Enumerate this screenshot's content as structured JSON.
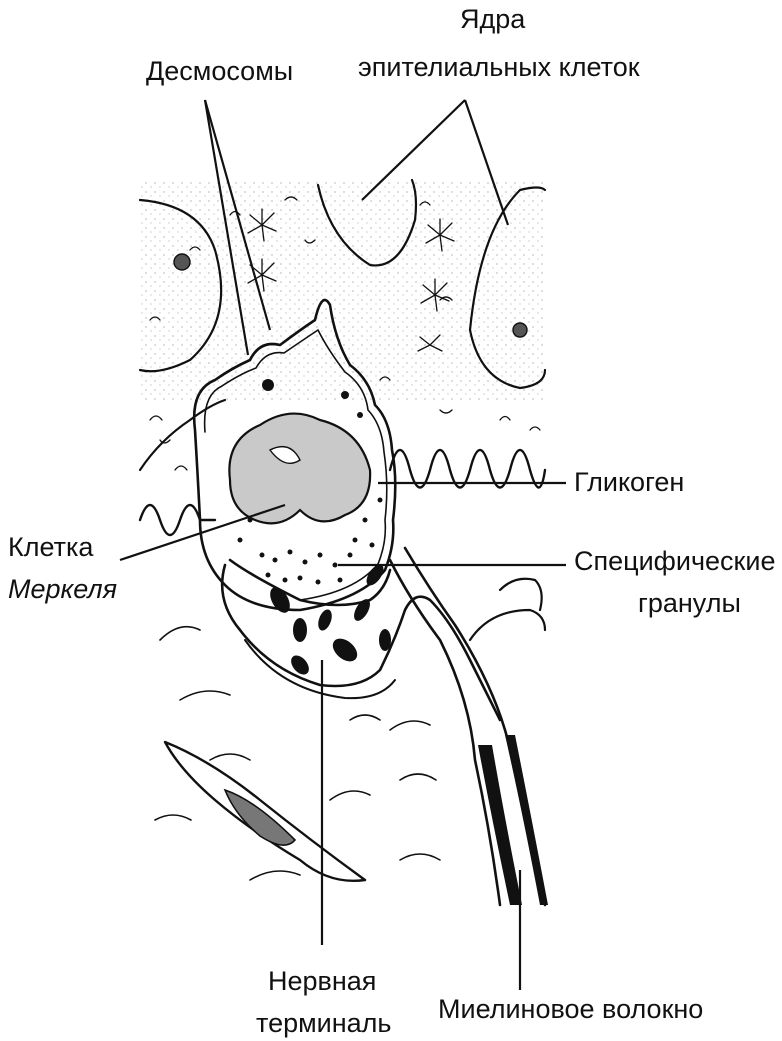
{
  "labels": {
    "desmosomes": "Десмосомы",
    "nuclei_line1": "Ядра",
    "nuclei_line2": "эпителиальных клеток",
    "glycogen": "Гликоген",
    "merkel_line1": "Клетка",
    "merkel_line2": "Меркеля",
    "granules_line1": "Специфические",
    "granules_line2": "гранулы",
    "nerve_line1": "Нервная",
    "nerve_line2": "терминаль",
    "myelin": "Миелиновое волокно"
  },
  "colors": {
    "ink": "#111111",
    "stipple": "#9a9a9a",
    "background": "#ffffff"
  }
}
